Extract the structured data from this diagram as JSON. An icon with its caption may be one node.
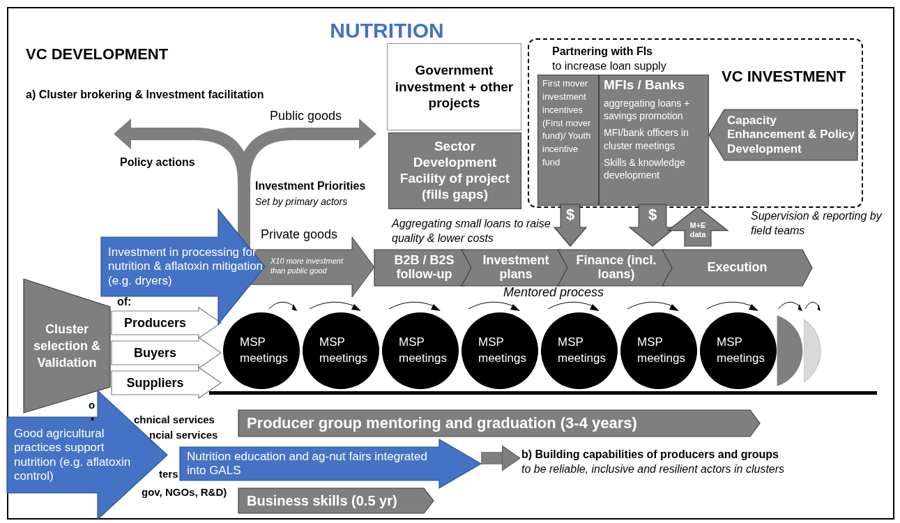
{
  "diagram": {
    "title": "NUTRITION",
    "nodes": [
      {
        "text": [
          "Government investment + other projects"
        ]
      },
      {
        "text": [
          "Sector Development Facility of project (fills gaps)"
        ]
      },
      {
        "text": [
          "Partnering with FIs",
          "to increase loan supply",
          "VC INVESTMENT"
        ]
      },
      {
        "text": [
          "First mover investment incentives (First mover fund)/ Youth incentive fund"
        ],
        "in": 2
      },
      {
        "text": [
          "MFIs / Banks",
          "aggregating loans + savings promotion",
          "MFI/bank officers in cluster meetings",
          "Skills & knowledge development"
        ],
        "in": 2
      },
      {
        "text": [
          "Capacity Enhancement & Policy Development"
        ],
        "in": 2
      },
      {
        "text": [
          "$"
        ]
      },
      {
        "text": [
          "$"
        ]
      },
      {
        "text": [
          "M+E data"
        ]
      },
      {
        "text": [
          "B2B / B2S follow-up"
        ]
      },
      {
        "text": [
          "Investment plans"
        ]
      },
      {
        "text": [
          "Finance (incl. loans)"
        ]
      },
      {
        "text": [
          "Execution"
        ]
      },
      {
        "text": [
          "Investment in processing for nutrition & aflatoxin mitigation (e.g. dryers)"
        ]
      },
      {
        "text": [
          "Cluster selection & Validation"
        ]
      },
      {
        "text": [
          "Producers"
        ]
      },
      {
        "text": [
          "Buyers"
        ]
      },
      {
        "text": [
          "Suppliers"
        ]
      },
      {
        "text": [
          "MSP meetings"
        ]
      },
      {
        "text": [
          "MSP meetings"
        ]
      },
      {
        "text": [
          "MSP meetings"
        ]
      },
      {
        "text": [
          "MSP meetings"
        ]
      },
      {
        "text": [
          "MSP meetings"
        ]
      },
      {
        "text": [
          "MSP meetings"
        ]
      },
      {
        "text": [
          "MSP meetings"
        ]
      },
      {
        "text": [],
        "shape": "circle"
      },
      {
        "text": [],
        "shape": "circle"
      },
      {
        "text": [
          "Producer group mentoring and graduation (3-4 years)"
        ]
      },
      {
        "text": [
          "Good agricultural practices support nutrition (e.g. aflatoxin control)"
        ]
      },
      {
        "text": [
          "Nutrition education and ag-nut fairs integrated into GALS"
        ]
      },
      {
        "text": [
          "Business skills (0.5 yr)"
        ]
      },
      {
        "text": [
          "b) Building capabilities of producers and groups",
          "to be reliable, inclusive and resilient actors in clusters"
        ]
      }
    ],
    "edges": [
      {
        "from": 29,
        "to": 31,
        "arrow": "to"
      }
    ],
    "labels": [
      "VC DEVELOPMENT",
      "a) Cluster brokering & Investment facilitation",
      "Public goods",
      "Policy actions",
      "Investment Priorities",
      "Set by primary actors",
      "Private goods",
      "X10 more investment than public good",
      "Aggregating small loans to raise quality & lower costs",
      "Supervision & reporting by field teams",
      "Mentored process",
      "of:",
      "o",
      "•",
      "chnical services",
      "ncial services",
      "ters",
      "gov, NGOs, R&D)"
    ]
  }
}
